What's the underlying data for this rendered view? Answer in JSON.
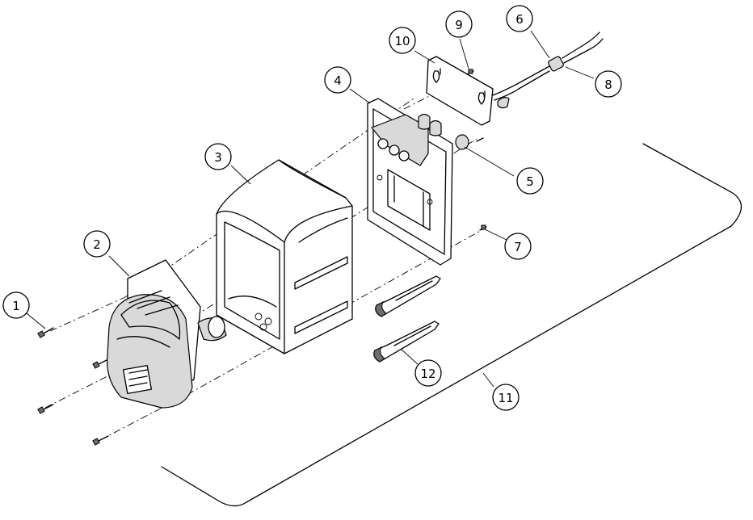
{
  "callouts": [
    {
      "n": "1"
    },
    {
      "n": "2"
    },
    {
      "n": "3"
    },
    {
      "n": "4"
    },
    {
      "n": "5"
    },
    {
      "n": "6"
    },
    {
      "n": "7"
    },
    {
      "n": "8"
    },
    {
      "n": "9"
    },
    {
      "n": "10"
    },
    {
      "n": "11"
    },
    {
      "n": "12"
    }
  ],
  "colors": {
    "line": "#000000",
    "background": "#ffffff",
    "shade": "#d9d9d9"
  }
}
